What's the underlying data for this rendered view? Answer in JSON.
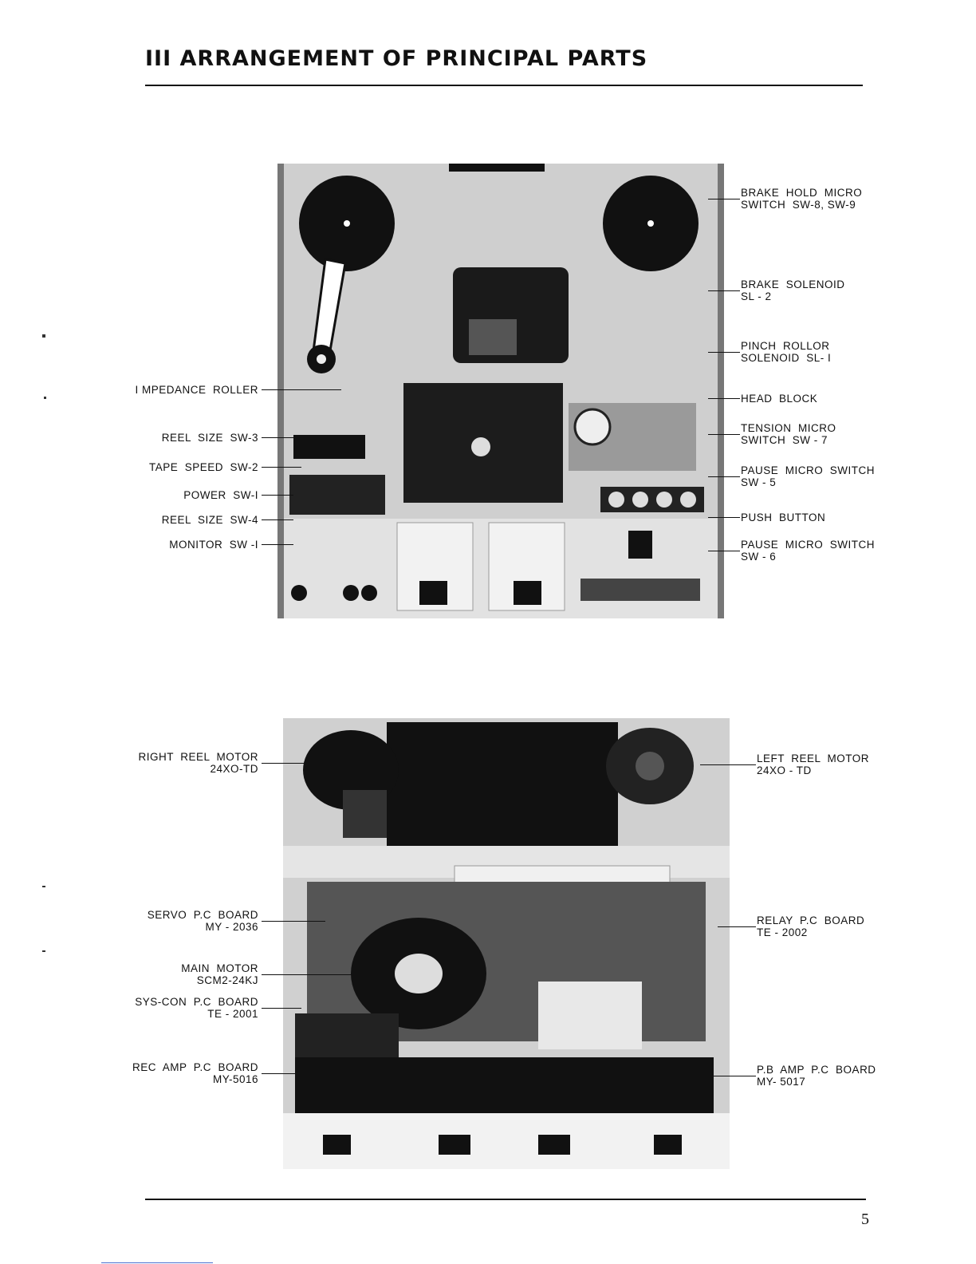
{
  "page": {
    "heading": "III  ARRANGEMENT OF PRINCIPAL PARTS",
    "page_number": "5"
  },
  "top_figure": {
    "right_labels": [
      {
        "line1": "BRAKE  HOLD  MICRO",
        "line2": "SWITCH  SW-8, SW-9"
      },
      {
        "line1": "BRAKE  SOLENOID",
        "line2": "SL - 2"
      },
      {
        "line1": "PINCH  ROLLOR",
        "line2": "SOLENOID  SL- I"
      },
      {
        "line1": "HEAD  BLOCK",
        "line2": ""
      },
      {
        "line1": "TENSION  MICRO",
        "line2": "SWITCH  SW - 7"
      },
      {
        "line1": "PAUSE  MICRO  SWITCH",
        "line2": "SW - 5"
      },
      {
        "line1": "PUSH  BUTTON",
        "line2": ""
      },
      {
        "line1": "PAUSE  MICRO  SWITCH",
        "line2": "SW - 6"
      }
    ],
    "left_labels": [
      "I MPEDANCE  ROLLER",
      "REEL  SIZE  SW-3",
      "TAPE  SPEED  SW-2",
      "POWER  SW-I",
      "REEL  SIZE  SW-4",
      "MONITOR  SW -I"
    ]
  },
  "bottom_figure": {
    "left_labels": [
      {
        "line1": "RIGHT  REEL  MOTOR",
        "line2": "24XO-TD"
      },
      {
        "line1": "SERVO  P.C  BOARD",
        "line2": "MY - 2036"
      },
      {
        "line1": "MAIN  MOTOR",
        "line2": "SCM2-24KJ"
      },
      {
        "line1": "SYS-CON  P.C  BOARD",
        "line2": "TE - 2001"
      },
      {
        "line1": "REC  AMP  P.C  BOARD",
        "line2": "MY-5016"
      }
    ],
    "right_labels": [
      {
        "line1": "LEFT  REEL  MOTOR",
        "line2": "24XO - TD"
      },
      {
        "line1": "RELAY  P.C  BOARD",
        "line2": "TE - 2002"
      },
      {
        "line1": "P.B  AMP  P.C  BOARD",
        "line2": "MY- 5017"
      }
    ]
  }
}
